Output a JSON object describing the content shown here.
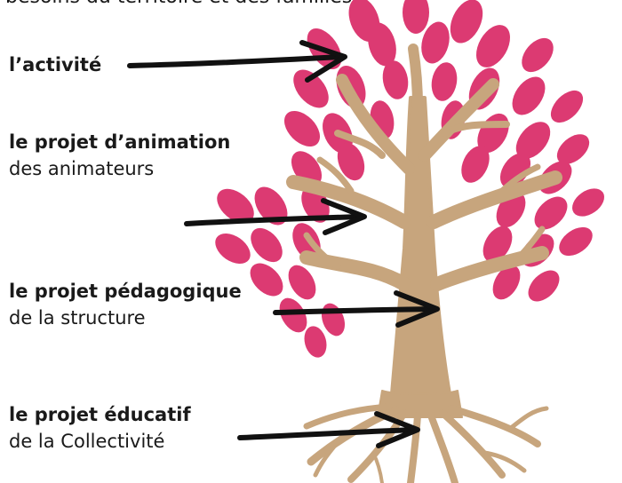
{
  "header_text": "besoins du territoire et des familles.",
  "labels": {
    "activity": {
      "title": "l’activité"
    },
    "animation": {
      "title": "le projet d’animation",
      "subtitle": "des animateurs"
    },
    "pedagogical": {
      "title": "le projet pédagogique",
      "subtitle": "de la structure"
    },
    "educational": {
      "title": "le projet éducatif",
      "subtitle": "de la Collectivité"
    }
  },
  "colors": {
    "leaf": "#dc3a72",
    "trunk": "#c7a57d",
    "arrow": "#111111",
    "text": "#1a1a1a"
  }
}
